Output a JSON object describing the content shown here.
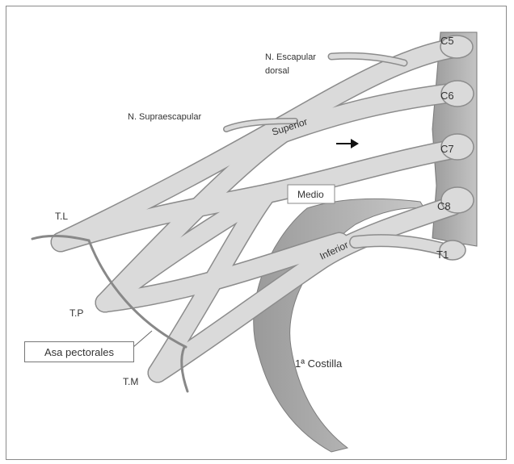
{
  "roots": {
    "c5": "C5",
    "c6": "C6",
    "c7": "C7",
    "c8": "C8",
    "t1": "T1"
  },
  "trunks": {
    "superior": "Superior",
    "medio": "Medio",
    "inferior": "Inferior"
  },
  "nerves": {
    "escapular_line1": "N. Escapular",
    "escapular_line2": "dorsal",
    "supraescapular": "N. Supraescapular"
  },
  "cords": {
    "lateral": "T.L",
    "posterior": "T.P",
    "medial": "T.M"
  },
  "pectoral_loop": "Asa pectorales",
  "rib": "1ª Costilla",
  "colors": {
    "nerve_fill": "#d9d9d9",
    "nerve_edge": "#8c8c8c",
    "spine": "#a9a9a9",
    "rib": "#a8a8a8"
  }
}
